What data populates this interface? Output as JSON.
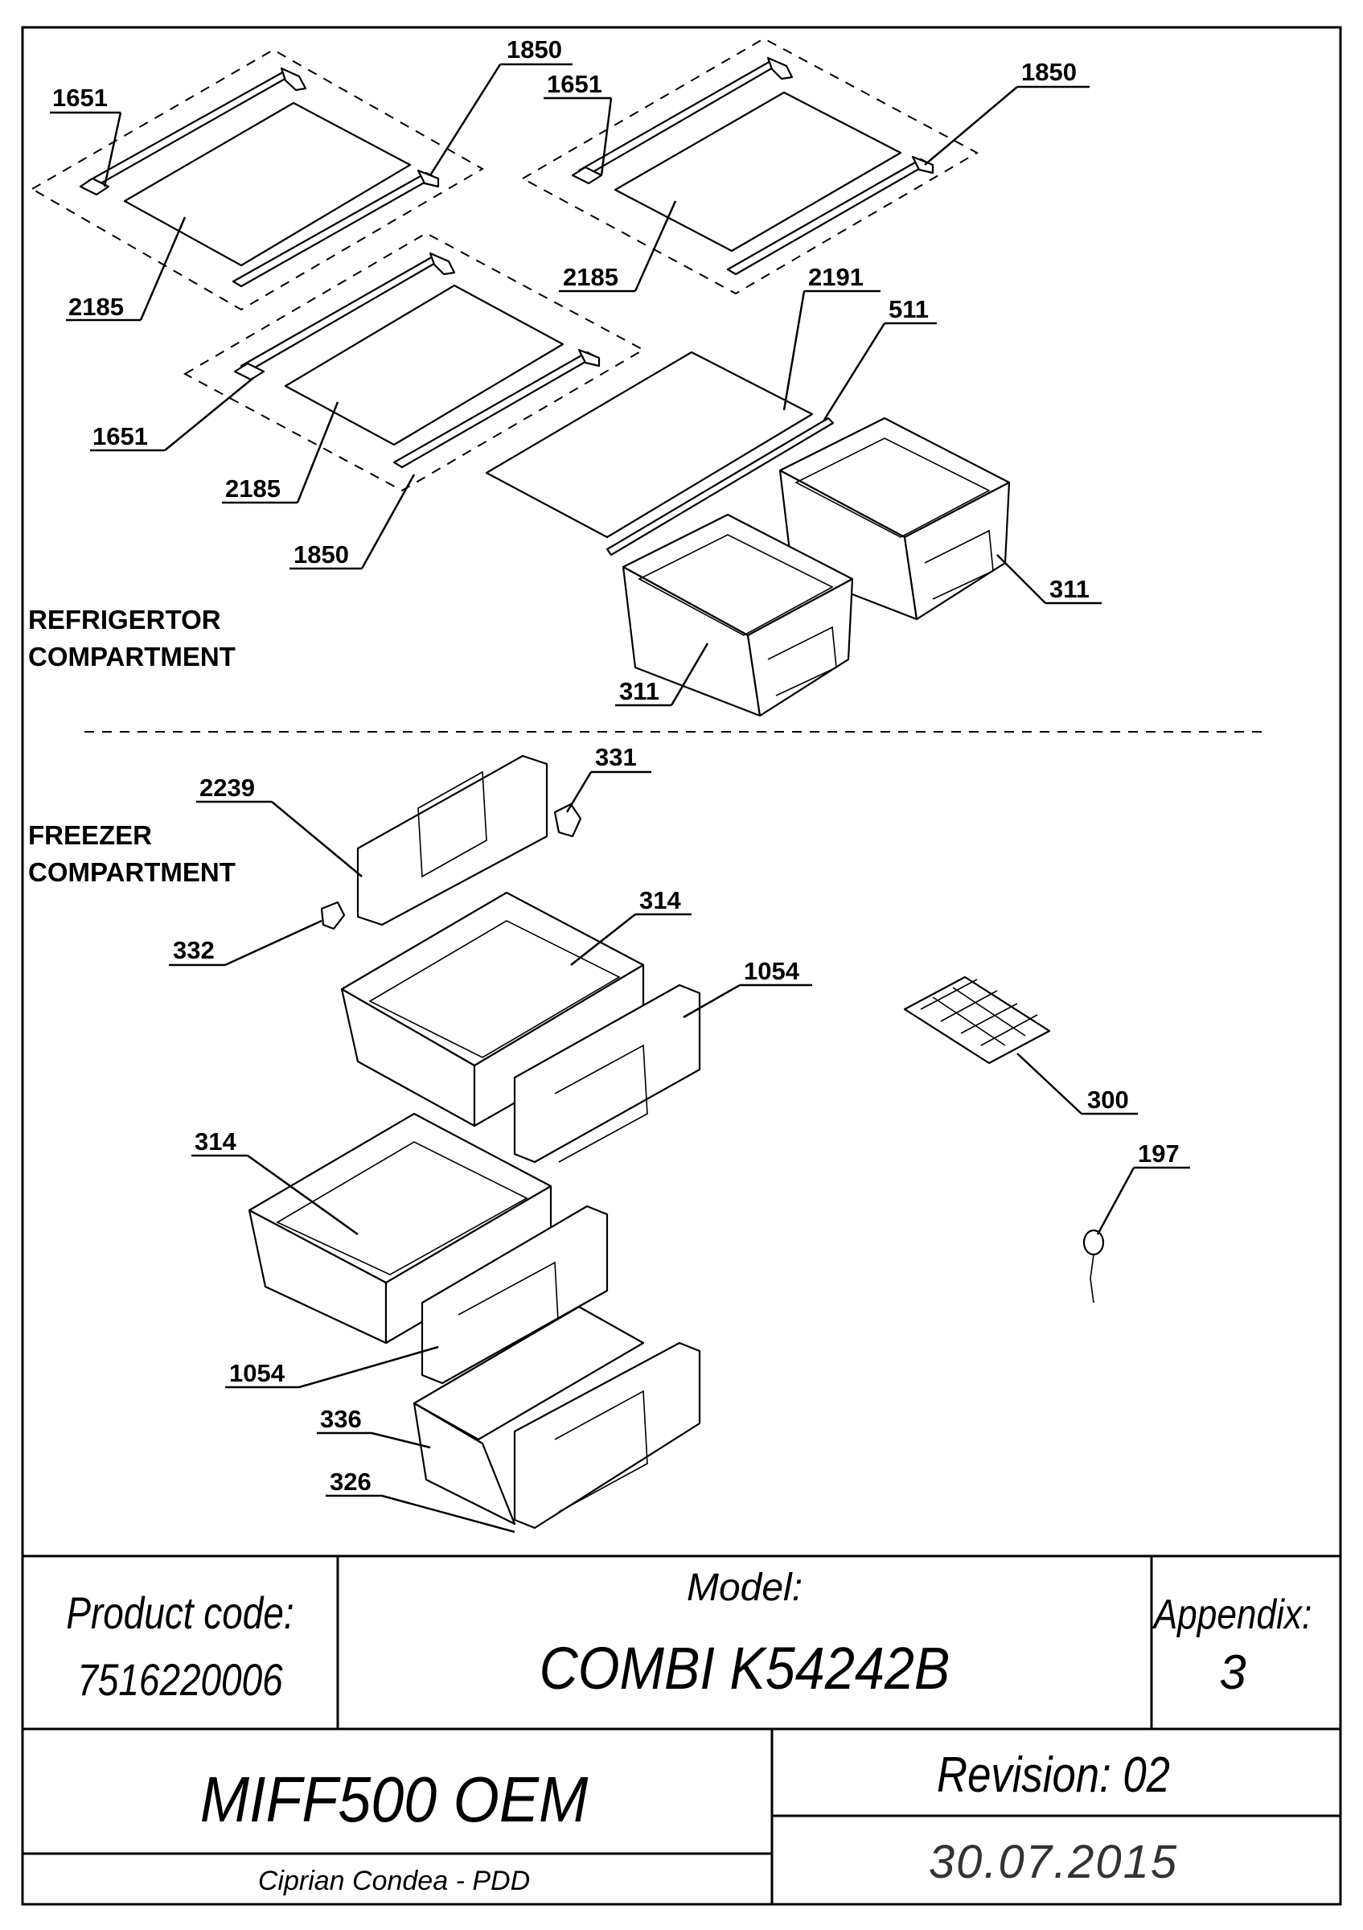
{
  "sections": {
    "fridge_line1": "REFRIGERTOR",
    "fridge_line2": "COMPARTMENT",
    "freezer_line1": "FREEZER",
    "freezer_line2": "COMPARTMENT"
  },
  "callouts": {
    "c1850_a": "1850",
    "c1651_a": "1651",
    "c2185_a": "2185",
    "c1651_b": "1651",
    "c1850_b": "1850",
    "c2185_b": "2185",
    "c2191": "2191",
    "c511": "511",
    "c1651_c": "1651",
    "c2185_c": "2185",
    "c1850_c": "1850",
    "c311_a": "311",
    "c311_b": "311",
    "c331": "331",
    "c2239": "2239",
    "c332": "332",
    "c314_a": "314",
    "c1054_a": "1054",
    "c300": "300",
    "c197": "197",
    "c314_b": "314",
    "c1054_b": "1054",
    "c336": "336",
    "c326": "326"
  },
  "title_block": {
    "product_code_label": "Product code:",
    "product_code": "7516220006",
    "model_label": "Model:",
    "model": "COMBI K54242B",
    "appendix_label": "Appendix:",
    "appendix": "3",
    "project": "MIFF500 OEM",
    "revision": "Revision: 02",
    "author": "Ciprian Condea - PDD",
    "date": "30.07.2015"
  }
}
